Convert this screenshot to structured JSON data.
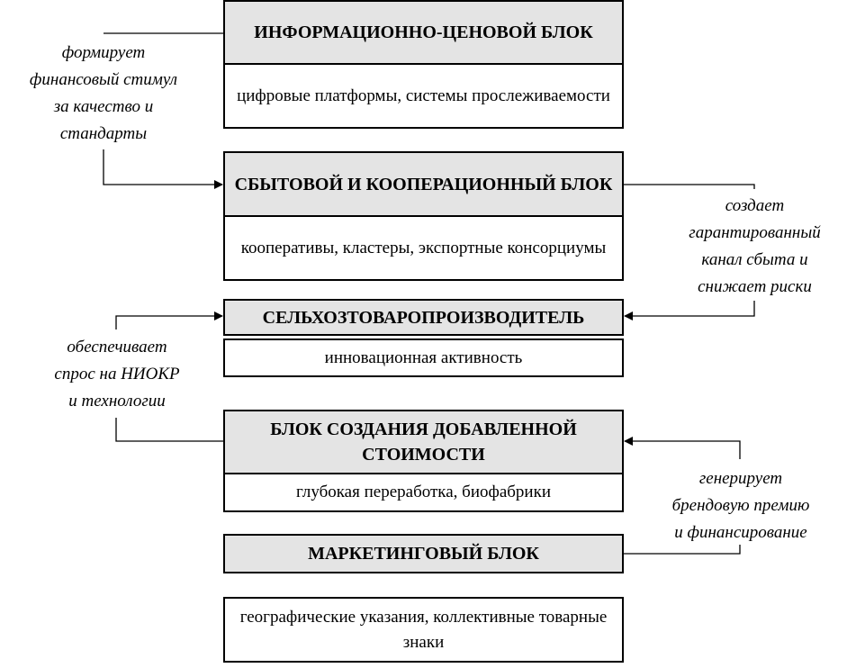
{
  "blocks": [
    {
      "header": "ИНФОРМАЦИОННО-ЦЕНОВОЙ БЛОК",
      "body": "цифровые платформы, системы прослеживаемости"
    },
    {
      "header": "СБЫТОВОЙ И КООПЕРАЦИОННЫЙ БЛОК",
      "body": "кооперативы, кластеры, экспортные консорциумы"
    },
    {
      "header": "СЕЛЬХОЗТОВАРОПРОИЗВОДИТЕЛЬ",
      "body": "инновационная активность"
    },
    {
      "header": "БЛОК СОЗДАНИЯ ДОБАВЛЕННОЙ СТОИМОСТИ",
      "body": "глубокая переработка, биофабрики"
    },
    {
      "header": "МАРКЕТИНГОВЫЙ БЛОК",
      "body": "географические указания, коллективные товарные знаки"
    }
  ],
  "connectors": [
    {
      "from": "ИНФОРМАЦИОННО-ЦЕНОВОЙ БЛОК",
      "to": "СБЫТОВОЙ И КООПЕРАЦИОННЫЙ БЛОК",
      "side": "left",
      "label": "формирует финансовый стимул за качество и стандарты"
    },
    {
      "from": "СБЫТОВОЙ И КООПЕРАЦИОННЫЙ БЛОК",
      "to": "СЕЛЬХОЗТОВАРОПРОИЗВОДИТЕЛЬ",
      "side": "right",
      "label": "создает гарантированный канал сбыта и снижает риски"
    },
    {
      "from": "БЛОК СОЗДАНИЯ ДОБАВЛЕННОЙ СТОИМОСТИ",
      "to": "СЕЛЬХОЗТОВАРОПРОИЗВОДИТЕЛЬ",
      "side": "left",
      "label": "обеспечивает спрос на НИОКР и технологии"
    },
    {
      "from": "МАРКЕТИНГОВЫЙ БЛОК",
      "to": "БЛОК СОЗДАНИЯ ДОБАВЛЕННОЙ СТОИМОСТИ",
      "side": "right",
      "label": "генерирует брендовую премию и финансирование"
    }
  ],
  "notes": {
    "n1": [
      "формирует",
      "финансовый стимул",
      "за качество и",
      "стандарты"
    ],
    "n2": [
      "создает",
      "гарантированный",
      "канал сбыта и",
      "снижает риски"
    ],
    "n3": [
      "обеспечивает",
      "спрос на НИОКР",
      "и технологии"
    ],
    "n4": [
      "генерирует",
      "брендовую премию",
      "и финансирование"
    ]
  },
  "colors": {
    "header_fill": "#e4e4e4",
    "border": "#000000",
    "background": "#ffffff"
  }
}
